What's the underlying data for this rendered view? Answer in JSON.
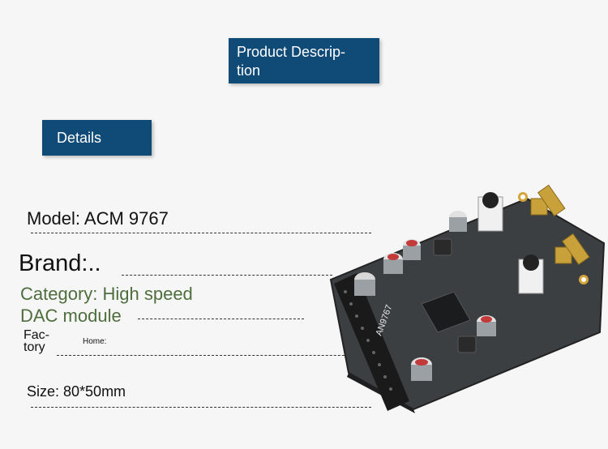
{
  "banners": {
    "product_description": "Product Descrip-\ntion",
    "details": "Details"
  },
  "specs": {
    "model": "Model: ACM 9767",
    "brand": "Brand:..",
    "category_line1": "Category: High speed",
    "category_line2": "DAC module",
    "factory": "Fac-\ntory",
    "home": "Home:",
    "size": "Size: 80*50mm"
  },
  "colors": {
    "banner_bg": "#104a77",
    "category_text": "#4e6e3d"
  },
  "board": {
    "silkscreen": "AN9767"
  }
}
